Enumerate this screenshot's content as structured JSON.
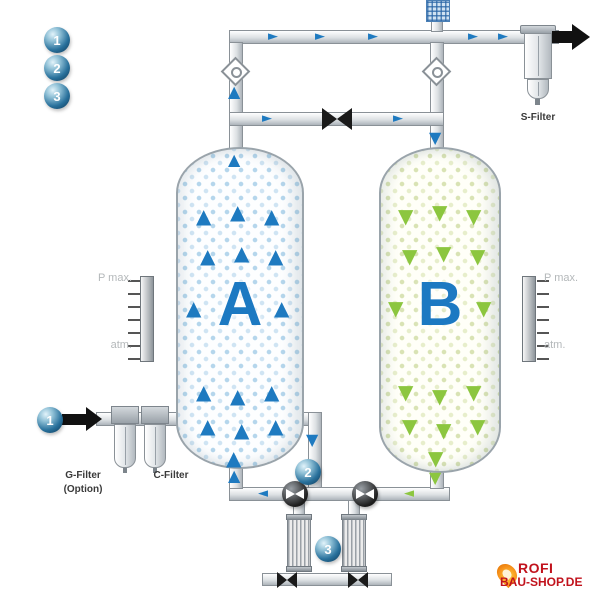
{
  "markers": {
    "one": "1",
    "two": "2",
    "three": "3"
  },
  "towers": {
    "a": "A",
    "b": "B"
  },
  "labels": {
    "s_filter": "S-Filter",
    "g_filter": "G-Filter",
    "g_option": "(Option)",
    "c_filter": "C-Filter",
    "p_max": "P max.",
    "atm": "atm."
  },
  "icons": {
    "up": "▲",
    "down": "▼",
    "right": "►",
    "left": "◄"
  },
  "logo": {
    "line1": "ROFI",
    "line2": "BAU-SHOP.DE"
  },
  "colors": {
    "flow_blue": "#1e7ac0",
    "flow_green": "#8cc63f",
    "logo_red": "#c1121c",
    "logo_orange": "#f7941d"
  }
}
